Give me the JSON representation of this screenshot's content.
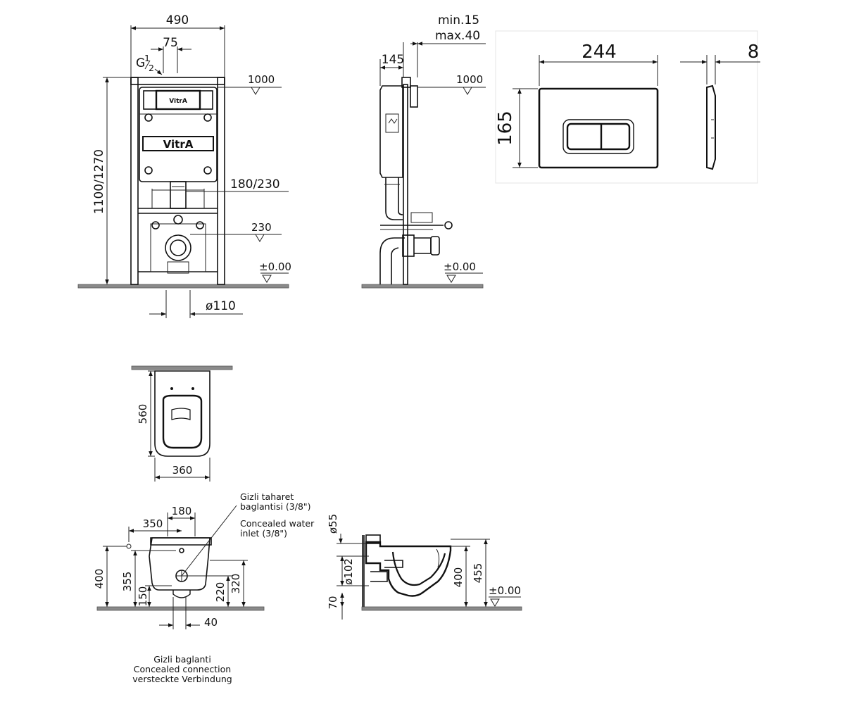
{
  "frame_front": {
    "width_label": "490",
    "offset_label": "75",
    "inlet_label_main": "G",
    "inlet_label_sup": "1",
    "inlet_label_sub": "2",
    "height_label": "1100/1270",
    "level_top": "1000",
    "level_drain": "180/230",
    "level_mid": "230",
    "level_zero": "±0.00",
    "pipe_label": "ø110",
    "brand_small": "VitrA",
    "brand_large": "VitrA"
  },
  "frame_side": {
    "depth_label": "145",
    "wall_min": "min.15",
    "wall_max": "max.40",
    "level_top": "1000",
    "level_zero": "±0.00"
  },
  "flush_plate": {
    "width_label": "244",
    "height_label": "165",
    "thickness_label": "8"
  },
  "bowl_top": {
    "length_label": "560",
    "width_label": "360"
  },
  "bowl_front": {
    "note_tr_1": "Gizli taharet",
    "note_tr_2": "baglantisi (3/8\")",
    "note_en_1": "Concealed water",
    "note_en_2": "inlet (3/8\")",
    "dim_350": "350",
    "dim_180": "180",
    "dim_400": "400",
    "dim_355": "355",
    "dim_150": "150",
    "dim_220": "220",
    "dim_320": "320",
    "dim_40": "40",
    "conn_tr": "Gizli baglanti",
    "conn_en": "Concealed connection",
    "conn_de": "versteckte Verbindung"
  },
  "bowl_side": {
    "dim_55": "ø55",
    "dim_102": "ø102",
    "dim_70": "70",
    "dim_400": "400",
    "dim_455": "455",
    "level_zero": "±0.00"
  }
}
